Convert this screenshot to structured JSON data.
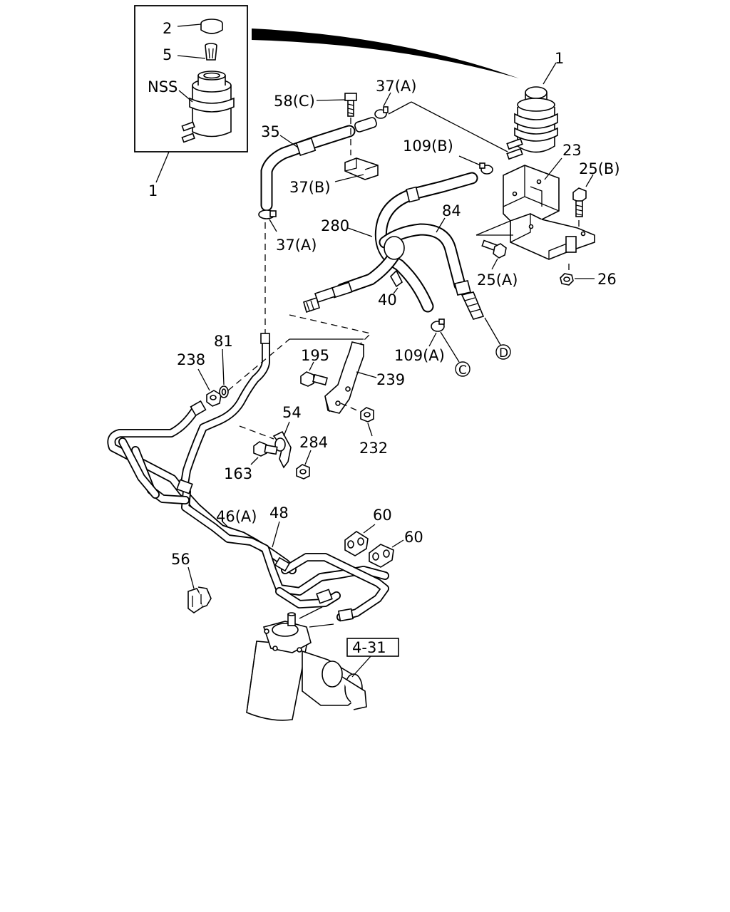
{
  "labels": {
    "inset_2": "2",
    "inset_5": "5",
    "inset_nss": "NSS",
    "inset_1": "1",
    "res_1": "1",
    "p58c": "58(C)",
    "p37a_top": "37(A)",
    "p35": "35",
    "p37b": "37(B)",
    "p37a_mid": "37(A)",
    "p109b": "109(B)",
    "p23": "23",
    "p25b": "25(B)",
    "p280": "280",
    "p84": "84",
    "p25a": "25(A)",
    "p26": "26",
    "p40": "40",
    "p109a": "109(A)",
    "circ_d": "D",
    "circ_c": "C",
    "p81": "81",
    "p238": "238",
    "p195": "195",
    "p239": "239",
    "p54": "54",
    "p284": "284",
    "p232": "232",
    "p163": "163",
    "p46a": "46(A)",
    "p48": "48",
    "p60a": "60",
    "p60b": "60",
    "p56": "56",
    "ref_431": "4-31"
  }
}
